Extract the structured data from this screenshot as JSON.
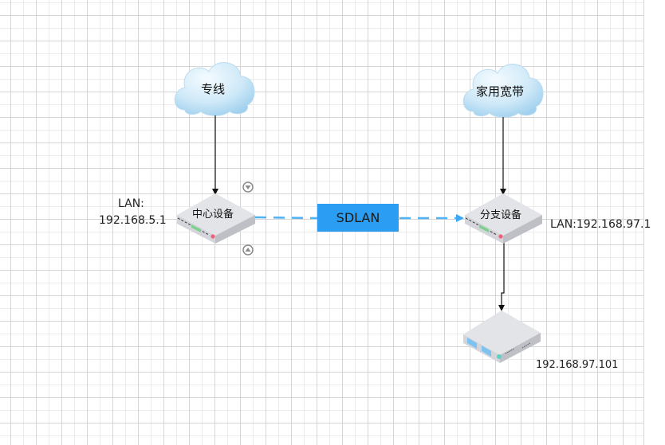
{
  "diagram": {
    "clouds": [
      {
        "id": "cloud-left",
        "label": "专线"
      },
      {
        "id": "cloud-right",
        "label": "家用宽带"
      }
    ],
    "devices": [
      {
        "id": "hub-device",
        "label": "中心设备",
        "lan_label": "LAN:",
        "lan_ip": "192.168.5.1"
      },
      {
        "id": "branch-device",
        "label": "分支设备",
        "lan_text": "LAN:192.168.97.1"
      },
      {
        "id": "server",
        "ip": "192.168.97.101"
      }
    ],
    "link": {
      "label": "SDLAN"
    },
    "colors": {
      "accent": "#2b9ef3",
      "link_line": "#4db3f5",
      "cloud_fill": "#cde9f8",
      "device_top": "#e3e4e8",
      "device_side": "#c9cad0"
    }
  }
}
